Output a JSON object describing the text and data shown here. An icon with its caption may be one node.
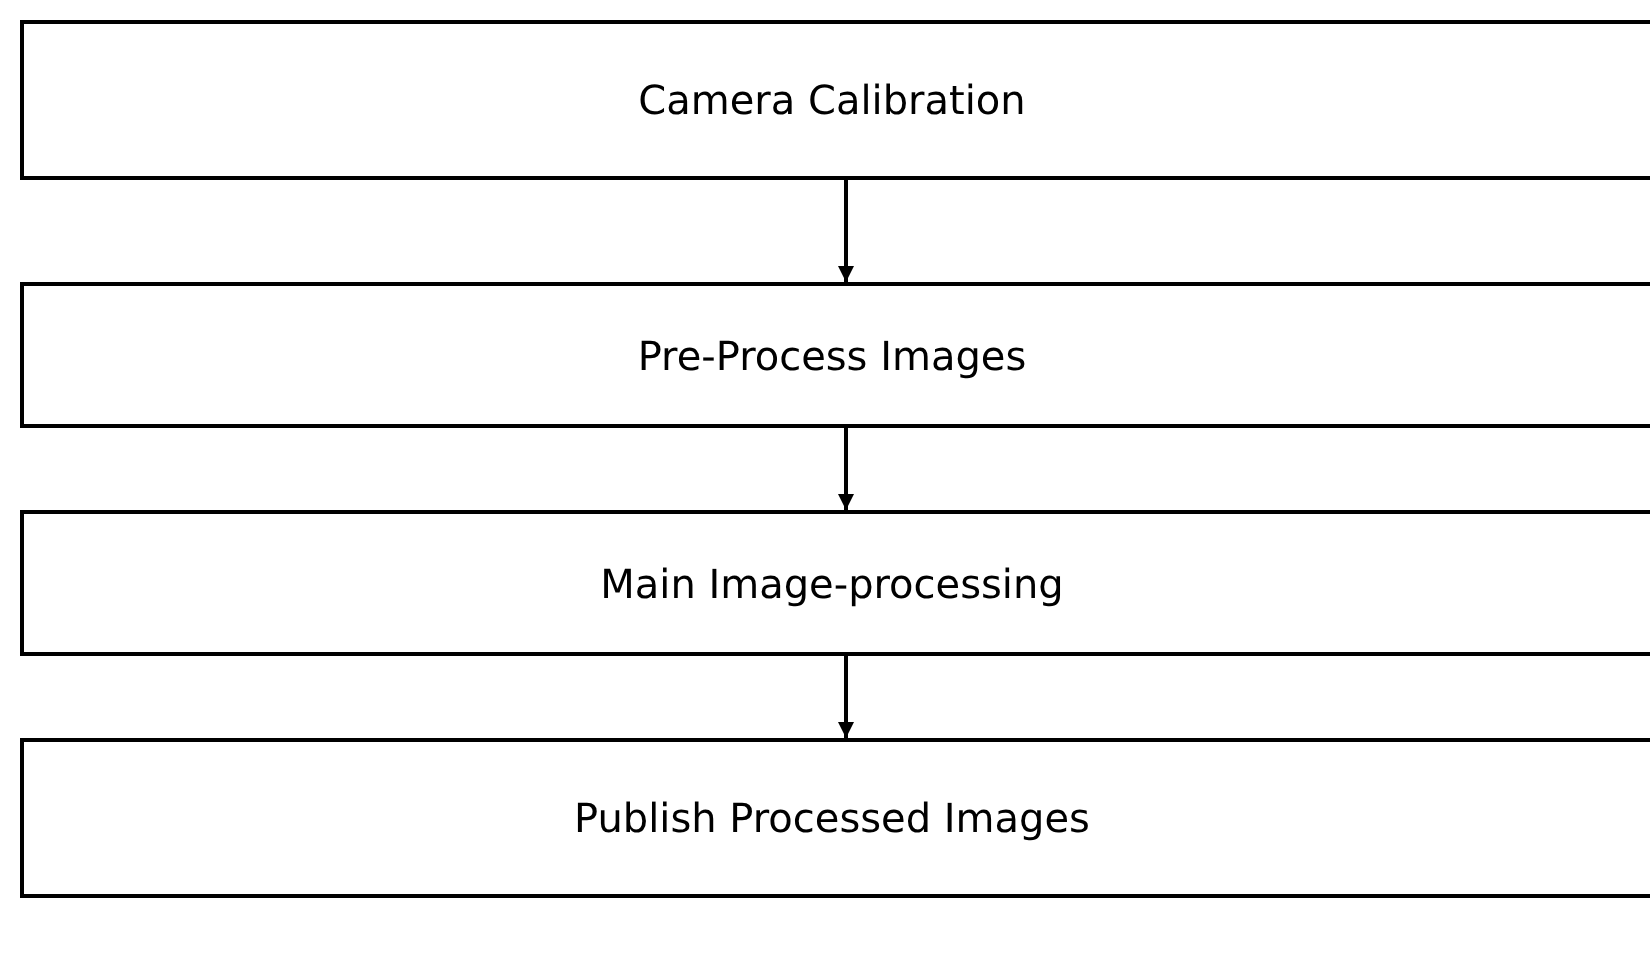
{
  "diagram": {
    "nodes": [
      {
        "text": [
          "Camera Calibration"
        ]
      },
      {
        "text": [
          "Pre-Process Images"
        ]
      },
      {
        "text": [
          "Main Image-processing"
        ]
      },
      {
        "text": [
          "Publish Processed Images"
        ]
      }
    ],
    "edges": [
      {
        "from": 0,
        "to": 1,
        "arrow": "to"
      },
      {
        "from": 1,
        "to": 2,
        "arrow": "to"
      },
      {
        "from": 2,
        "to": 3,
        "arrow": "to"
      }
    ]
  }
}
